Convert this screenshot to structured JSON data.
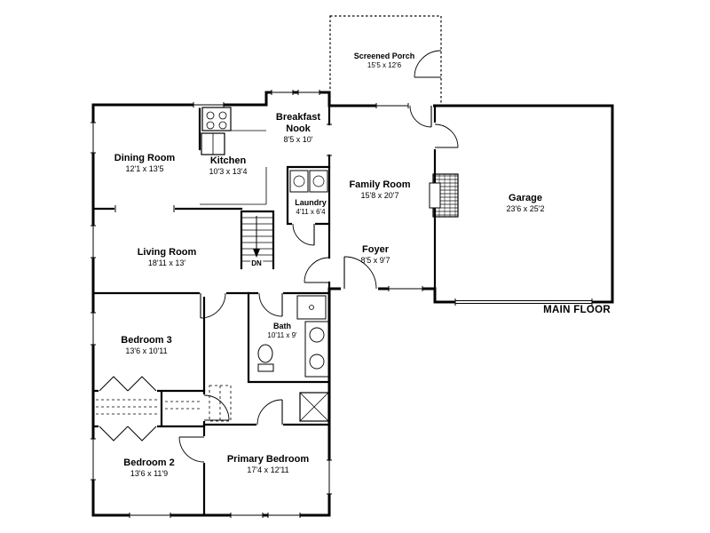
{
  "plan": {
    "title": "MAIN FLOOR",
    "stairs_label": "DN",
    "colors": {
      "line": "#000000",
      "background": "#ffffff"
    },
    "rooms": [
      {
        "id": "screened-porch",
        "name": "Screened Porch",
        "dims": "15'5 x 12'6"
      },
      {
        "id": "breakfast-nook",
        "name": "Breakfast Nook",
        "dims": "8'5 x 10'"
      },
      {
        "id": "dining-room",
        "name": "Dining Room",
        "dims": "12'1 x 13'5"
      },
      {
        "id": "kitchen",
        "name": "Kitchen",
        "dims": "10'3 x 13'4"
      },
      {
        "id": "family-room",
        "name": "Family Room",
        "dims": "15'8 x 20'7"
      },
      {
        "id": "laundry",
        "name": "Laundry",
        "dims": "4'11 x 6'4"
      },
      {
        "id": "garage",
        "name": "Garage",
        "dims": "23'6 x 25'2"
      },
      {
        "id": "living-room",
        "name": "Living Room",
        "dims": "18'11 x 13'"
      },
      {
        "id": "foyer",
        "name": "Foyer",
        "dims": "8'5 x 9'7"
      },
      {
        "id": "bath",
        "name": "Bath",
        "dims": "10'11 x 9'"
      },
      {
        "id": "bedroom-3",
        "name": "Bedroom 3",
        "dims": "13'6 x 10'11"
      },
      {
        "id": "bedroom-2",
        "name": "Bedroom 2",
        "dims": "13'6 x 11'9"
      },
      {
        "id": "primary-bedroom",
        "name": "Primary Bedroom",
        "dims": "17'4 x 12'11"
      }
    ]
  }
}
